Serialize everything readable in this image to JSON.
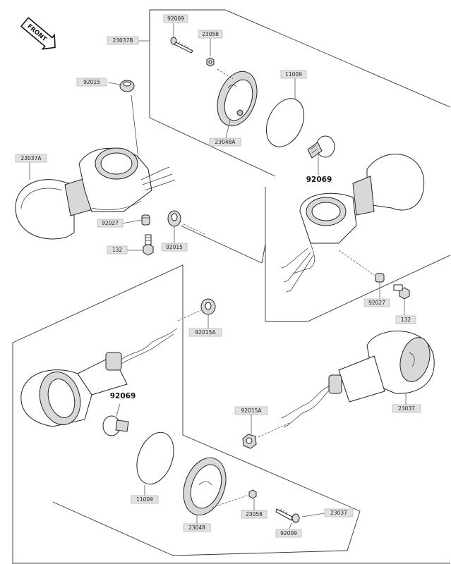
{
  "direction_badge": "FRONT",
  "callouts": {
    "top_92009": "92009",
    "top_23058": "23058",
    "top_23037B": "23037B",
    "top_92015_left": "92015",
    "top_11009": "11009",
    "top_23048A": "23048A",
    "top_92069_big": "92069",
    "top_23037A": "23037A",
    "top_92027_left": "92027",
    "top_132_left": "132",
    "top_92015_mid": "92015",
    "right_92027": "92027",
    "right_132": "132",
    "bottom_92015A_top": "92015A",
    "bottom_92069_big": "92069",
    "bottom_92015A_right": "92015A",
    "bottom_23037_right": "23037",
    "bottom_11009": "11009",
    "bottom_23048": "23048",
    "bottom_23058": "23058",
    "bottom_92009": "92009",
    "bottom_23037": "23037"
  }
}
